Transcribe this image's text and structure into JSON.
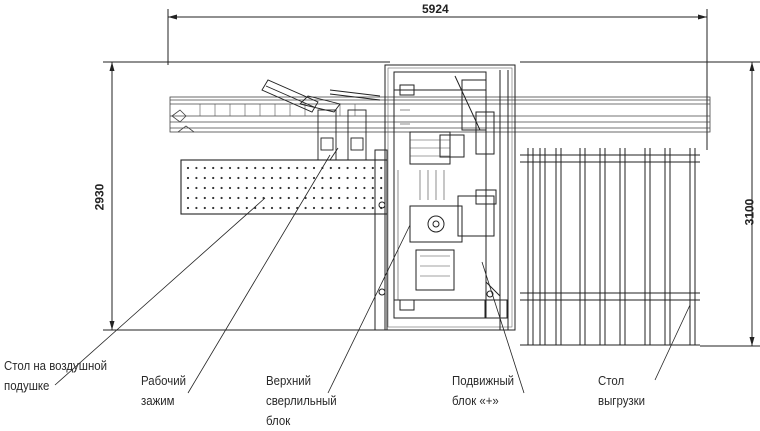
{
  "dimensions": {
    "overall_width": "5924",
    "left_height": "2930",
    "right_height": "3100"
  },
  "labels": {
    "air_table": [
      "Стол на воздушной",
      "подушке"
    ],
    "work_clamp": [
      "Рабочий",
      "зажим"
    ],
    "top_drill_block": [
      "Верхний",
      "сверлильный",
      "блок"
    ],
    "movable_block": [
      "Подвижный",
      "блок «+»"
    ],
    "unload_table": [
      "Стол",
      "выгрузки"
    ]
  }
}
